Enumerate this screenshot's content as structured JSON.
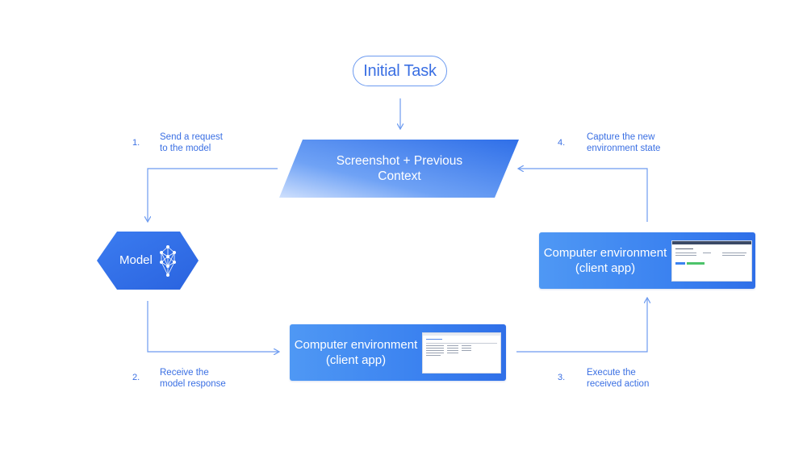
{
  "initial_task": "Initial Task",
  "context_box": {
    "line1": "Screenshot + Previous",
    "line2": "Context"
  },
  "model": {
    "label": "Model"
  },
  "env_bottom": {
    "line1": "Computer environment",
    "line2": "(client app)"
  },
  "env_right": {
    "line1": "Computer environment",
    "line2": "(client app)"
  },
  "steps": [
    {
      "num": "1.",
      "line1": "Send a request",
      "line2": "to the model"
    },
    {
      "num": "2.",
      "line1": "Receive the",
      "line2": "model response"
    },
    {
      "num": "3.",
      "line1": "Execute the",
      "line2": "received action"
    },
    {
      "num": "4.",
      "line1": "Capture the new",
      "line2": "environment state"
    }
  ],
  "colors": {
    "accent": "#3a6fe3",
    "arrow": "#6d9bf0",
    "model_fill": "#2f6fe8",
    "card_fill": "#3b82f0"
  }
}
